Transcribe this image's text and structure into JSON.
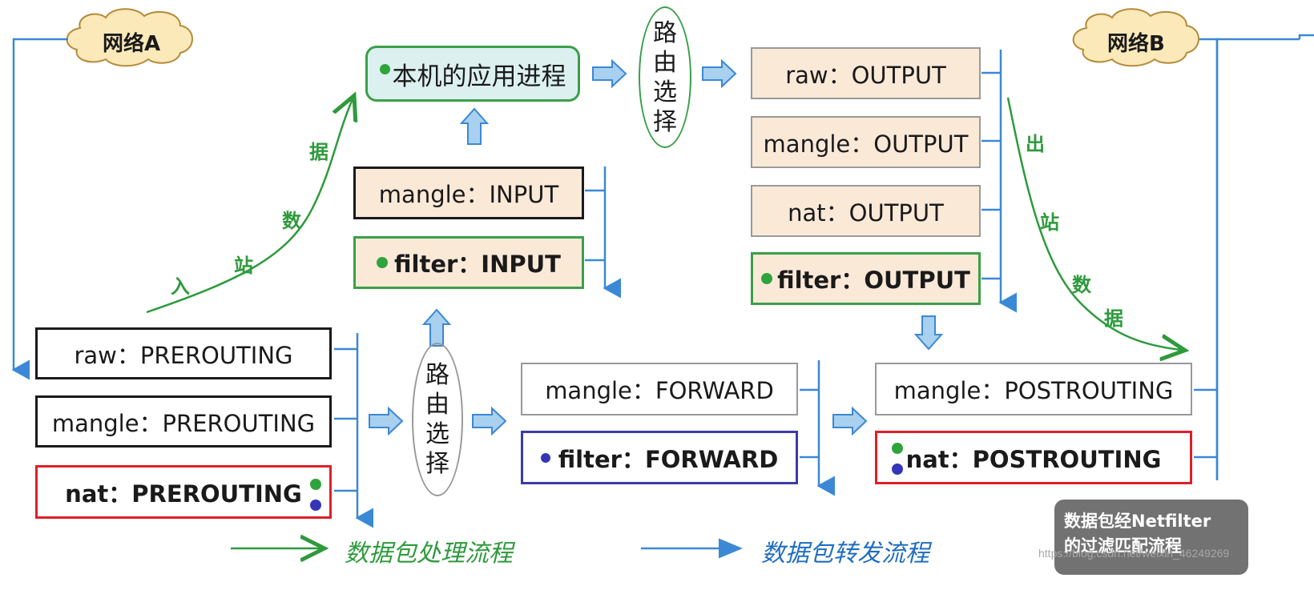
{
  "networks": {
    "a": "网络A",
    "b": "网络B"
  },
  "local_process": "本机的应用进程",
  "route_select": [
    "路",
    "由",
    "选",
    "择"
  ],
  "prerouting": {
    "raw": "raw：PREROUTING",
    "mangle": "mangle：PREROUTING",
    "nat": "nat：PREROUTING"
  },
  "input": {
    "mangle": "mangle：INPUT",
    "filter": "filter：INPUT"
  },
  "output": {
    "raw": "raw：OUTPUT",
    "mangle": "mangle：OUTPUT",
    "nat": "nat：OUTPUT",
    "filter": "filter：OUTPUT"
  },
  "forward": {
    "mangle": "mangle：FORWARD",
    "filter": "filter：FORWARD"
  },
  "postrouting": {
    "mangle": "mangle：POSTROUTING",
    "nat": "nat：POSTROUTING"
  },
  "inbound_label": [
    "入",
    "站",
    "数",
    "据"
  ],
  "outbound_label": [
    "出",
    "站",
    "数",
    "据"
  ],
  "legend": {
    "process_flow": "数据包处理流程",
    "forward_flow": "数据包转发流程"
  },
  "watermark": {
    "line1": "数据包经Netfilter",
    "line2": "的过滤匹配流程"
  },
  "url": "https://blog.csdn.net/weixin_46249269",
  "colors": {
    "green": "#3aa048",
    "blue": "#3b88d6",
    "red": "#dd2028",
    "navy": "#3b3ba8",
    "beige": "#fbe9d8"
  }
}
